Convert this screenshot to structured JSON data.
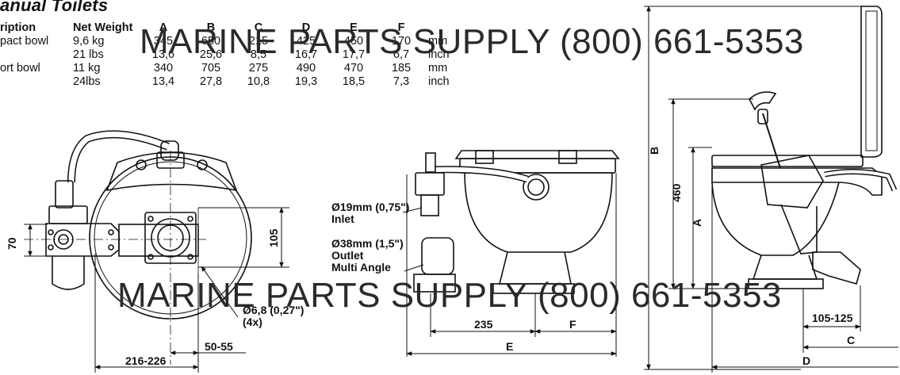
{
  "title": "anual Toilets",
  "table": {
    "headers": [
      "ription",
      "Net Weight",
      "A",
      "B",
      "C",
      "D",
      "E",
      "F",
      ""
    ],
    "rows": [
      [
        "pact bowl",
        "9,6 kg",
        "345",
        "650",
        "215",
        "425",
        "450",
        "170",
        "mm"
      ],
      [
        "",
        "21 lbs",
        "13,6",
        "25,6",
        "8,5",
        "16,7",
        "17,7",
        "6,7",
        "inch"
      ],
      [
        "ort bowl",
        "11 kg",
        "340",
        "705",
        "275",
        "490",
        "470",
        "185",
        "mm"
      ],
      [
        "",
        "24lbs",
        "13,4",
        "27,8",
        "10,8",
        "19,3",
        "18,5",
        "7,3",
        "inch"
      ]
    ]
  },
  "watermark": {
    "top": "MARINE PARTS SUPPLY (800) 661-5353",
    "bottom": "MARINE PARTS SUPPLY (800) 661-5353"
  },
  "labels": {
    "inlet_size": "Ø19mm (0,75\")",
    "inlet": "Inlet",
    "outlet_size": "Ø38mm (1,5\")",
    "outlet": "Outlet",
    "multi_angle": "Multi Angle",
    "hole_size": "Ø6,8 (0,27\")",
    "hole_count": "(4x)"
  },
  "dimensions": {
    "d70": "70",
    "d105": "105",
    "d50_55": "50-55",
    "d216_226": "216-226",
    "d235": "235",
    "F": "F",
    "E": "E",
    "B": "B",
    "d460": "460",
    "A": "A",
    "d105_125": "105-125",
    "C": "C",
    "D": "D"
  }
}
